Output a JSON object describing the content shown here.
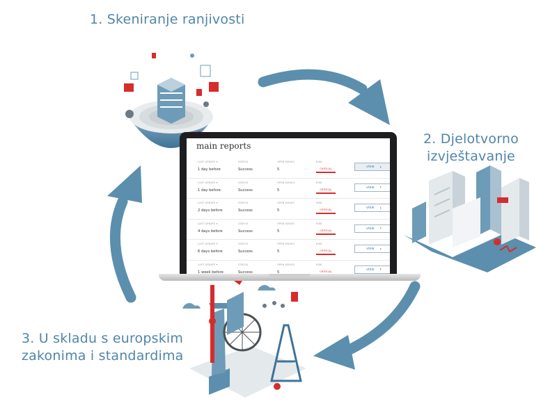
{
  "steps": {
    "scan": "1. Skeniranje ranjivosti",
    "report_line1": "2. Djelotvorno",
    "report_line2": "izvještavanje",
    "comply_line1": "3. U skladu s europskim",
    "comply_line2": "zakonima i standardima"
  },
  "laptop": {
    "title": "main reports",
    "headers": {
      "last_update": "LAST UPDATE ▾",
      "status": "STATUS",
      "open_issues": "OPEN ISSUES",
      "risk": "RISK"
    },
    "rows": [
      {
        "last_update": "1 day before",
        "status": "Success",
        "open_issues": "5",
        "risk": "CRITICAL",
        "action": "view"
      },
      {
        "last_update": "1 day before",
        "status": "Success",
        "open_issues": "5",
        "risk": "CRITICAL",
        "action": "view"
      },
      {
        "last_update": "2 days before",
        "status": "Success",
        "open_issues": "5",
        "risk": "CRITICAL",
        "action": "view"
      },
      {
        "last_update": "4 days before",
        "status": "Success",
        "open_issues": "5",
        "risk": "CRITICAL",
        "action": "view"
      },
      {
        "last_update": "6 days before",
        "status": "Success",
        "open_issues": "5",
        "risk": "CRITICAL",
        "action": "view"
      },
      {
        "last_update": "1 week before",
        "status": "Success",
        "open_issues": "5",
        "risk": "CRITICAL",
        "action": "view"
      }
    ]
  },
  "colors": {
    "accent_blue": "#4f86a8",
    "arrow_blue": "#5b8fad",
    "critical_red": "#d62c2c"
  },
  "icons": [
    "cycle-arrow-icon",
    "floating-platform-icon",
    "city-buildings-icon",
    "eu-landmarks-icon",
    "chevron-right-icon"
  ]
}
